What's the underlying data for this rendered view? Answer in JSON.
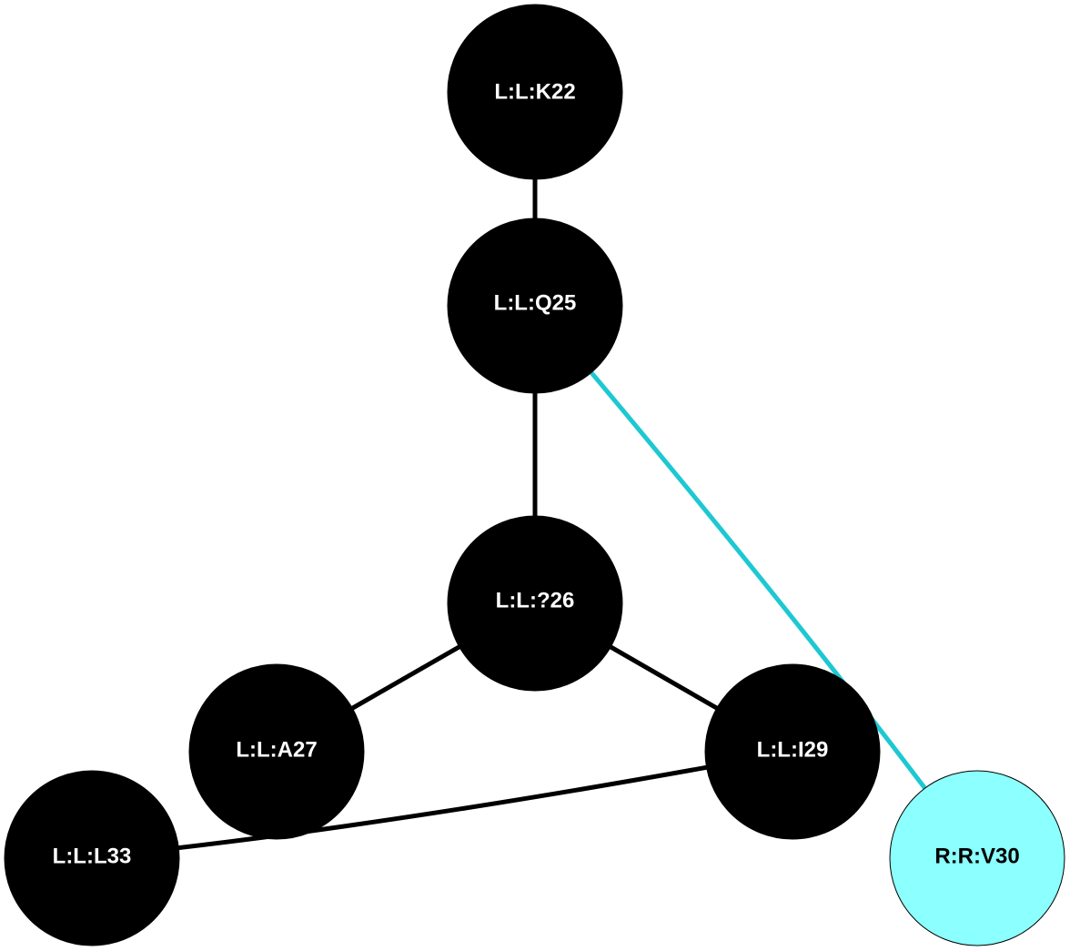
{
  "nodes": [
    {
      "id": "k22",
      "label": "L:L:K22",
      "fill": "#000000",
      "text_color": "#ffffff"
    },
    {
      "id": "q25",
      "label": "L:L:Q25",
      "fill": "#000000",
      "text_color": "#ffffff"
    },
    {
      "id": "x26",
      "label": "L:L:?26",
      "fill": "#000000",
      "text_color": "#ffffff"
    },
    {
      "id": "a27",
      "label": "L:L:A27",
      "fill": "#000000",
      "text_color": "#ffffff"
    },
    {
      "id": "i29",
      "label": "L:L:I29",
      "fill": "#000000",
      "text_color": "#ffffff"
    },
    {
      "id": "l33",
      "label": "L:L:L33",
      "fill": "#000000",
      "text_color": "#ffffff"
    },
    {
      "id": "v30",
      "label": "R:R:V30",
      "fill": "#8cffff",
      "text_color": "#000000"
    }
  ],
  "edges": [
    {
      "from": "k22",
      "to": "q25",
      "color": "#000000"
    },
    {
      "from": "q25",
      "to": "x26",
      "color": "#000000"
    },
    {
      "from": "q25",
      "to": "v30",
      "color": "#1ec8d2"
    },
    {
      "from": "x26",
      "to": "a27",
      "color": "#000000"
    },
    {
      "from": "x26",
      "to": "i29",
      "color": "#000000"
    },
    {
      "from": "i29",
      "to": "l33",
      "color": "#000000"
    }
  ]
}
